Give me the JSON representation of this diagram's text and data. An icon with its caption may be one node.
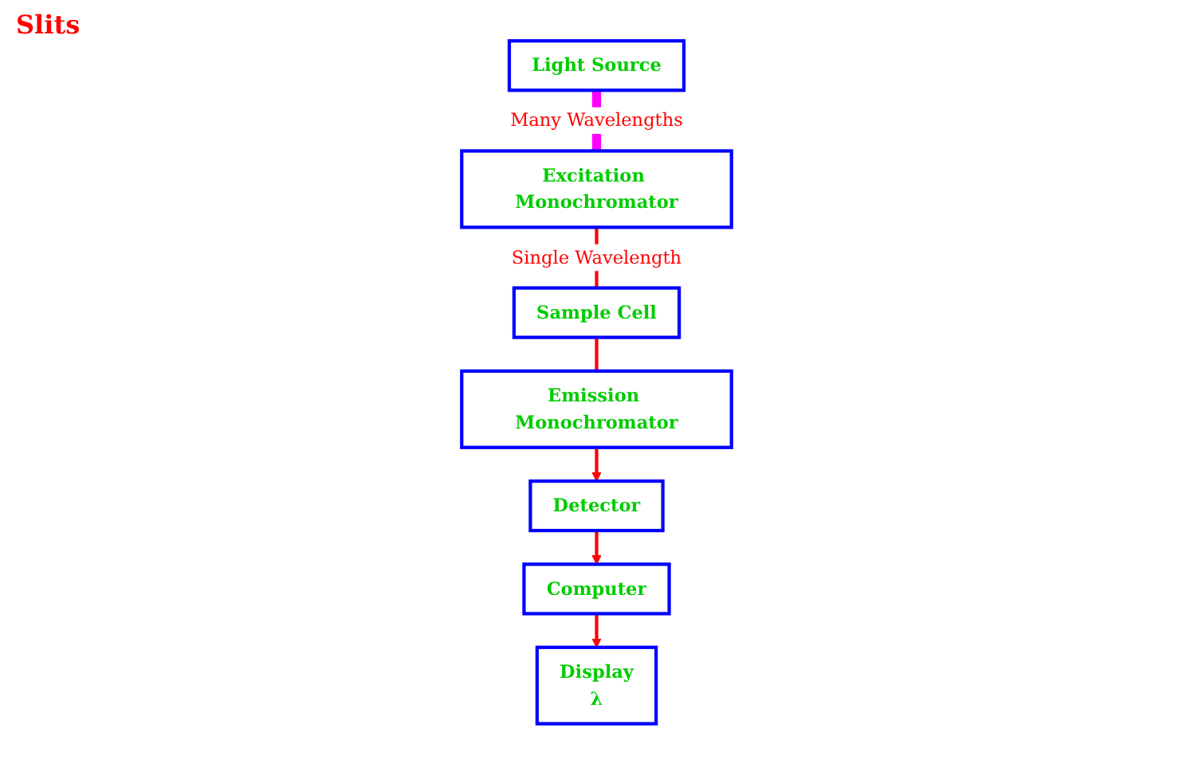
{
  "diagram": {
    "nodes": [
      {
        "text": [
          "Light Source"
        ]
      },
      {
        "text": [
          "Excitation Monochromator"
        ]
      },
      {
        "text": [
          "Sample Cell"
        ]
      },
      {
        "text": [
          "Emission Monochromator"
        ]
      },
      {
        "text": [
          "Detector"
        ]
      },
      {
        "text": [
          "Computer"
        ]
      },
      {
        "text": [
          "Display",
          "λ"
        ]
      }
    ],
    "edges": [
      {
        "from": 0,
        "to": 1,
        "arrow": "none",
        "label": "Many Wavelengths",
        "style": "thick",
        "color": "#ff00ff"
      },
      {
        "from": 1,
        "to": 2,
        "arrow": "none",
        "label": "Single Wavelength",
        "color": "#ff0000"
      },
      {
        "from": 2,
        "to": 3,
        "arrow": "none",
        "color": "#ff0000"
      },
      {
        "from": 3,
        "to": 4,
        "arrow": "to",
        "color": "#ff0000"
      },
      {
        "from": 4,
        "to": 5,
        "arrow": "to",
        "color": "#ff0000"
      },
      {
        "from": 5,
        "to": 6,
        "arrow": "to",
        "color": "#ff0000"
      }
    ],
    "labels": [
      "Slits"
    ]
  }
}
